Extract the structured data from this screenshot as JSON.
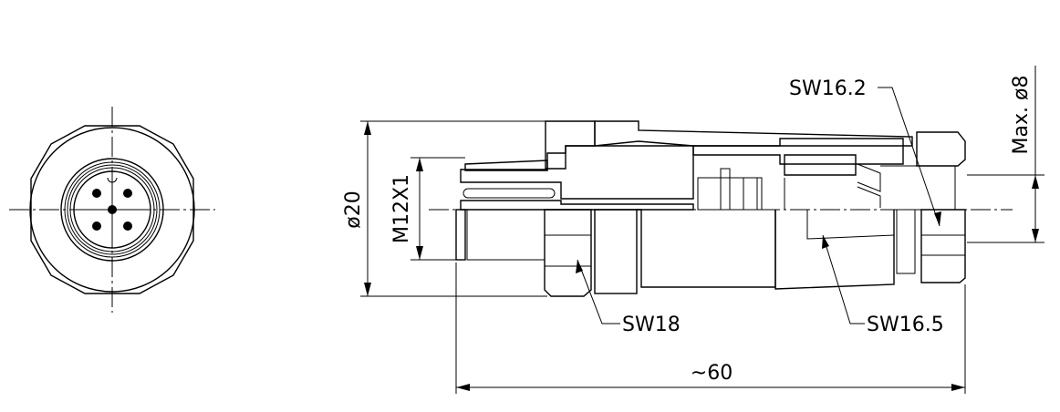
{
  "drawing": {
    "views": [
      "front-view",
      "side-section-view"
    ],
    "dimensions": {
      "outer_diameter": "ø20",
      "thread": "M12X1",
      "length": "~60",
      "cable_diameter": "Max. ø8"
    },
    "callouts": {
      "hex_front": "SW18",
      "hex_nut": "SW16.2",
      "hex_body": "SW16.5"
    },
    "line_color": "#000000",
    "background_color": "#ffffff"
  }
}
